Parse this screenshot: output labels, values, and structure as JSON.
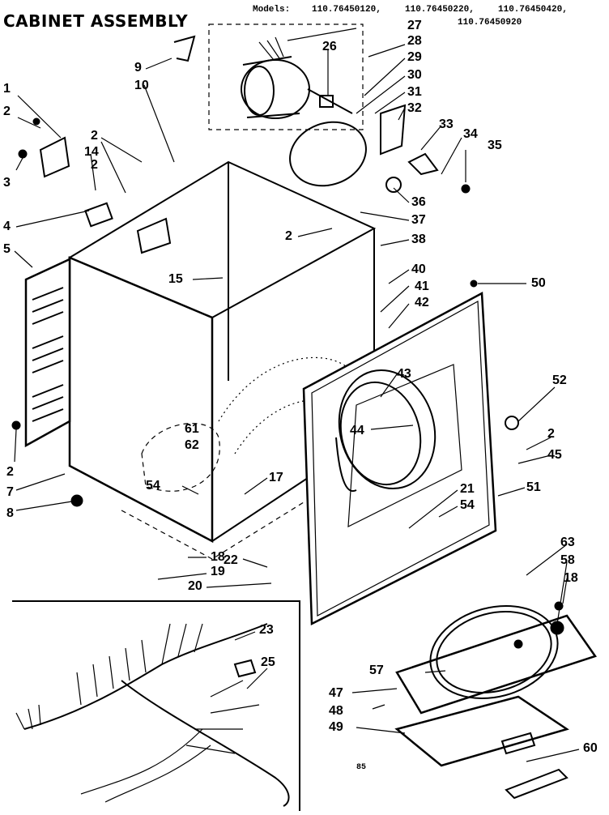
{
  "title": "CABINET ASSEMBLY",
  "models_label": "Models:",
  "models": [
    "110.76450120,",
    "110.76450220,",
    "110.76450420,",
    "110.76450920"
  ],
  "footer_code": "85",
  "callouts": [
    "1",
    "2",
    "3",
    "4",
    "5",
    "2",
    "7",
    "8",
    "9",
    "10",
    "2",
    "14",
    "2",
    "15",
    "61",
    "62",
    "54",
    "17",
    "18",
    "19",
    "20",
    "22",
    "23",
    "25",
    "26",
    "27",
    "28",
    "29",
    "30",
    "31",
    "32",
    "33",
    "34",
    "35",
    "36",
    "37",
    "2",
    "38",
    "40",
    "41",
    "42",
    "50",
    "43",
    "44",
    "52",
    "2",
    "45",
    "21",
    "54",
    "51",
    "63",
    "58",
    "18",
    "57",
    "47",
    "48",
    "49",
    "60"
  ]
}
